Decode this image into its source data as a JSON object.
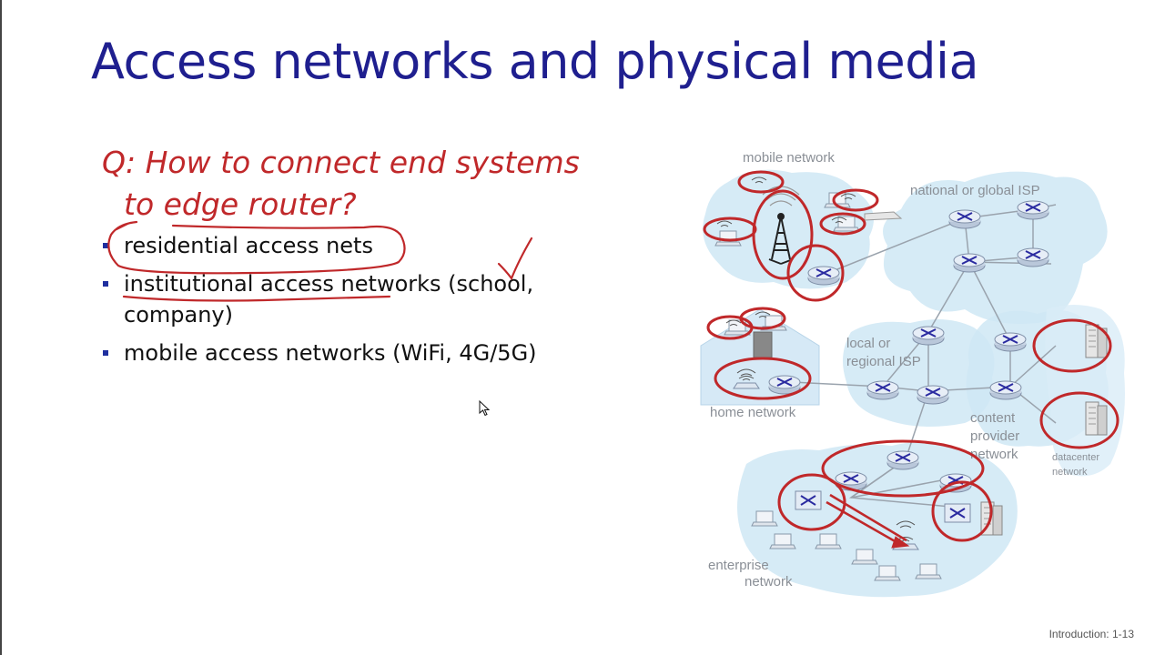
{
  "slide": {
    "title": "Access networks and physical media",
    "question": {
      "line1": "Q: How to connect end systems",
      "line2": "to edge router?"
    },
    "bullets": [
      {
        "text": "residential access nets"
      },
      {
        "text": "institutional access networks (school, company)"
      },
      {
        "text": "mobile access networks (WiFi, 4G/5G)"
      }
    ],
    "footer": "Introduction: 1-13"
  },
  "diagram": {
    "labels": {
      "mobile": "mobile network",
      "national": "national or global ISP",
      "local_line1": "local or",
      "local_line2": "regional ISP",
      "home": "home network",
      "content_line1": "content",
      "content_line2": "provider",
      "content_line3": "network",
      "datacenter_line1": "datacenter",
      "datacenter_line2": "network",
      "enterprise_line1": "enterprise",
      "enterprise_line2": "network"
    }
  },
  "colors": {
    "title": "#1f1f8f",
    "question": "#c0282a",
    "annotation": "#c0282a",
    "bullet_marker": "#1f2f9f",
    "cloud": "#cfe7f5",
    "router": "#2a2aa0"
  }
}
